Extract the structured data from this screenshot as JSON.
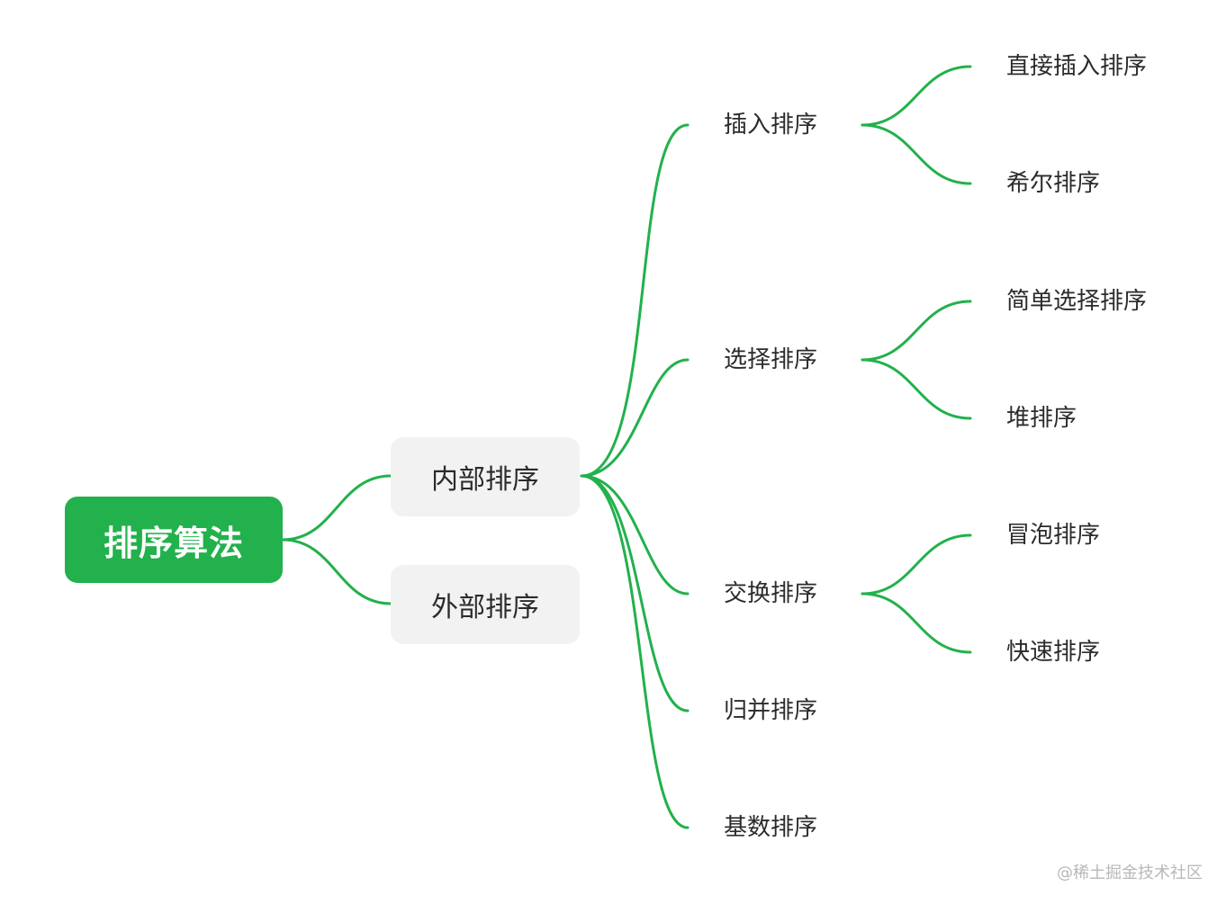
{
  "colors": {
    "accent": "#22b14c",
    "branch_fill": "#f2f2f2",
    "text": "#2b2b2b",
    "watermark": "#b8b8b8"
  },
  "root": {
    "label": "排序算法"
  },
  "branches": {
    "internal": {
      "label": "内部排序",
      "children": {
        "insertion": {
          "label": "插入排序",
          "children": [
            "直接插入排序",
            "希尔排序"
          ]
        },
        "selection": {
          "label": "选择排序",
          "children": [
            "简单选择排序",
            "堆排序"
          ]
        },
        "exchange": {
          "label": "交换排序",
          "children": [
            "冒泡排序",
            "快速排序"
          ]
        },
        "merge": {
          "label": "归并排序"
        },
        "radix": {
          "label": "基数排序"
        }
      }
    },
    "external": {
      "label": "外部排序"
    }
  },
  "watermark": "@稀土掘金技术社区"
}
